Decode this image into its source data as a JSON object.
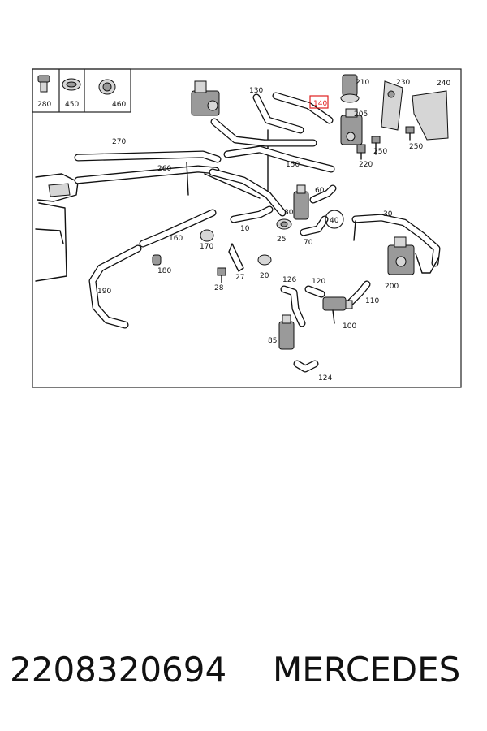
{
  "callouts": {
    "c280": "280",
    "c450": "450",
    "c460": "460",
    "c130": "130",
    "c140": "140",
    "c210": "210",
    "c230": "230",
    "c240": "240",
    "c205": "205",
    "c250a": "250",
    "c250b": "250",
    "c220": "220",
    "c270": "270",
    "c260": "260",
    "c150": "150",
    "c60": "60",
    "c80": "80",
    "c40": "40",
    "c30": "30",
    "c10": "10",
    "c25": "25",
    "c70": "70",
    "c160": "160",
    "c170": "170",
    "c180": "180",
    "c27": "27",
    "c20": "20",
    "c28": "28",
    "c190": "190",
    "c126": "126",
    "c120": "120",
    "c200": "200",
    "c110": "110",
    "c100": "100",
    "c85": "85",
    "c124": "124"
  },
  "highlight": {
    "part": "140",
    "color": "#e02020"
  },
  "footer": {
    "part_number": "2208320694",
    "brand": "MERCEDES"
  }
}
